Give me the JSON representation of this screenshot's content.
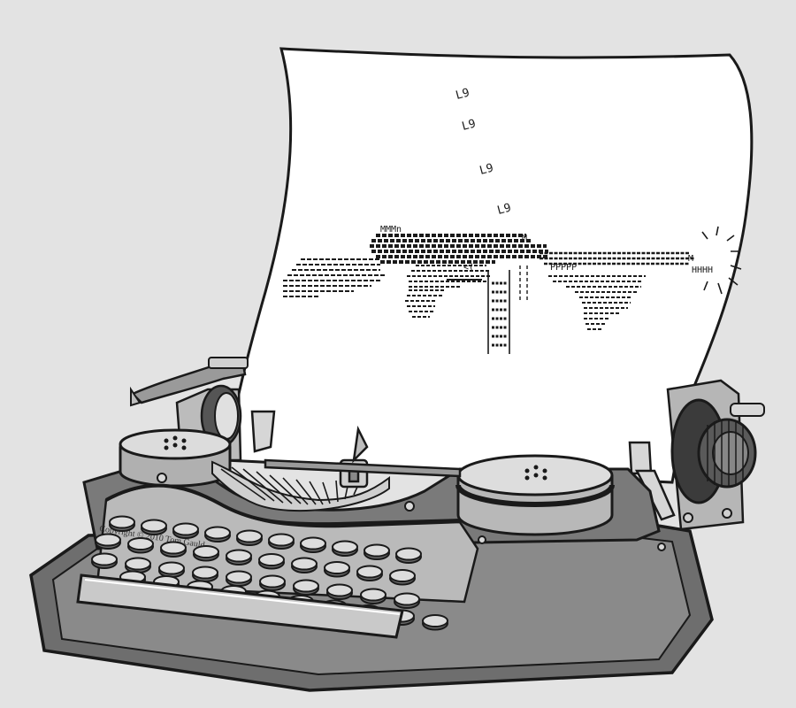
{
  "scene": {
    "subject": "typewriter-with-paper",
    "paper": {
      "typed_lines": [
        "L9",
        "L9",
        "L9",
        "L9"
      ],
      "ascii_art_fragments": {
        "magazine_top": "MMMn",
        "sight": "M",
        "barrel_label": "M",
        "barrel_end": "HHHH",
        "bolt": "<(",
        "tail": "PPPPP"
      }
    },
    "copyright_text": "Copyright © 2010 Tom Gauld",
    "colors": {
      "background": "#e3e3e3",
      "paper": "#ffffff",
      "ink": "#1a1a1a",
      "body_dark": "#6e6e6e",
      "body_mid": "#8c8c8c",
      "body_light": "#b4b4b4",
      "metal": "#cfcfcf"
    }
  }
}
